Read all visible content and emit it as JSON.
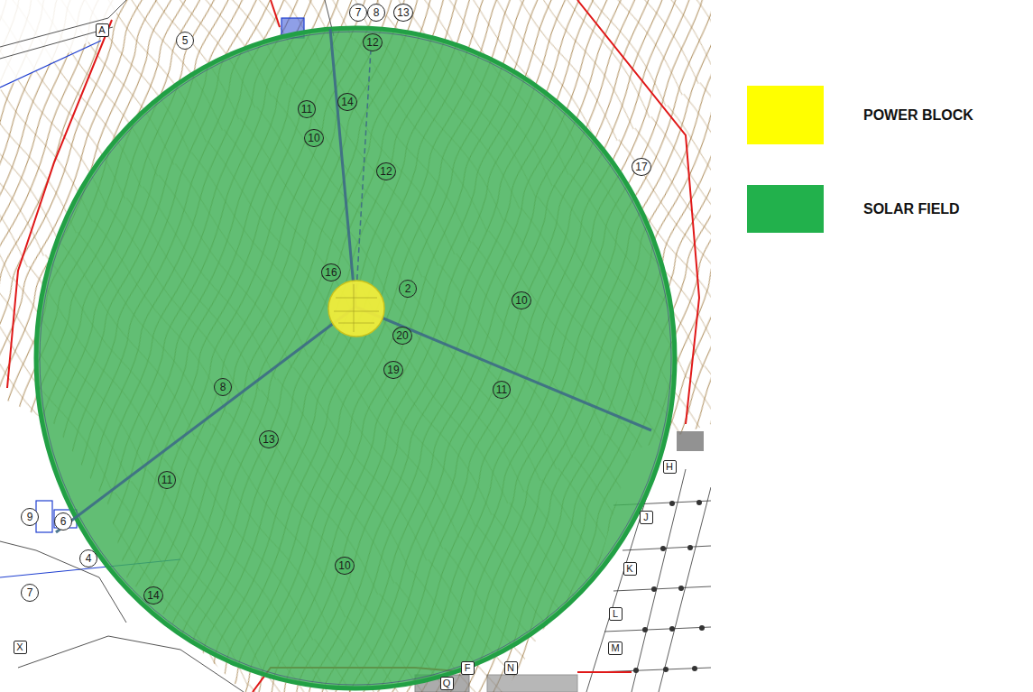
{
  "diagram": {
    "labels": [
      "A",
      "5",
      "7",
      "8",
      "13",
      "12",
      "11",
      "14",
      "10",
      "12",
      "17",
      "16",
      "2",
      "10",
      "20",
      "19",
      "11",
      "8",
      "13",
      "11",
      "H",
      "9",
      "6",
      "J",
      "4",
      "K",
      "10",
      "7",
      "14",
      "L",
      "X",
      "M",
      "F",
      "N",
      "Q"
    ],
    "legend": [
      {
        "text": "POWER BLOCK",
        "color": "#ffff00"
      },
      {
        "text": "SOLAR FIELD",
        "color": "#22b14c"
      }
    ]
  }
}
